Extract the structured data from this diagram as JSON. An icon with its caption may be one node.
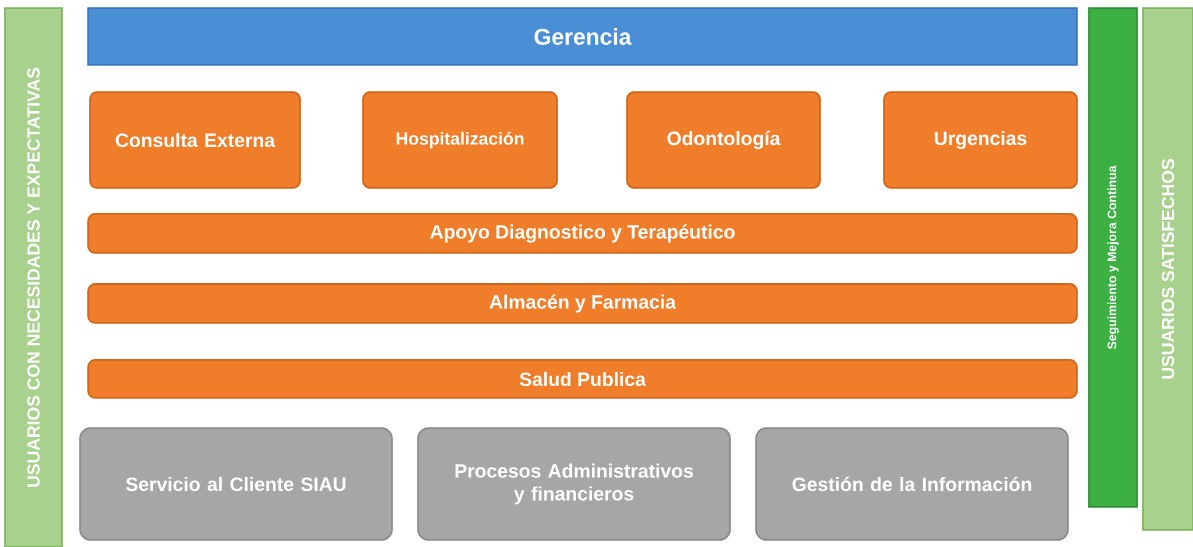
{
  "diagram": {
    "nodes": [
      {
        "text": [
          "USUARIOS CON NECESIDADES Y  EXPECTATIVAS"
        ]
      },
      {
        "text": [
          "Gerencia"
        ]
      },
      {
        "text": [
          "Consulta Externa"
        ]
      },
      {
        "text": [
          "Hospitalización"
        ]
      },
      {
        "text": [
          "Odontología"
        ]
      },
      {
        "text": [
          "Urgencias"
        ]
      },
      {
        "text": [
          "Apoyo Diagnostico y Terapéutico"
        ]
      },
      {
        "text": [
          "Almacén y Farmacia"
        ]
      },
      {
        "text": [
          "Salud Publica"
        ]
      },
      {
        "text": [
          "Servicio al Cliente SIAU"
        ]
      },
      {
        "text": [
          "Procesos Administrativos y financieros"
        ]
      },
      {
        "text": [
          "Gestión de la Información"
        ]
      },
      {
        "text": [
          "Seguimiento y Mejora Continua"
        ]
      },
      {
        "text": [
          "USUARIOS SATISFECHOS"
        ]
      }
    ]
  }
}
